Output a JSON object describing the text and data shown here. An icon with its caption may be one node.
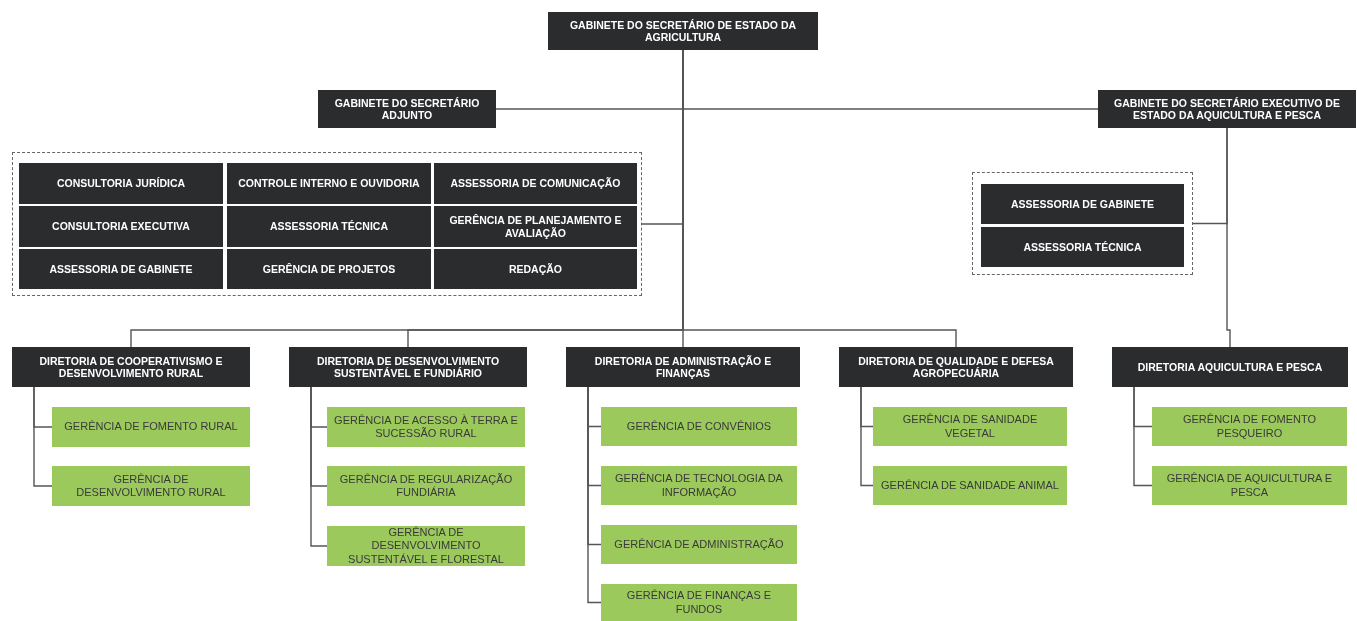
{
  "diagram": {
    "nodes": [
      {
        "text": [
          "GABINETE DO SECRETÁRIO DE ESTADO DA AGRICULTURA"
        ]
      },
      {
        "text": [
          "GABINETE DO SECRETÁRIO ADJUNTO"
        ]
      },
      {
        "text": [
          "GABINETE DO SECRETÁRIO EXECUTIVO DE ESTADO DA AQUICULTURA E PESCA"
        ]
      },
      {
        "text": [],
        "shape": "box"
      },
      {
        "text": [
          "CONSULTORIA JURÍDICA"
        ],
        "in": 3
      },
      {
        "text": [
          "CONTROLE INTERNO E OUVIDORIA"
        ],
        "in": 3
      },
      {
        "text": [
          "ASSESSORIA DE COMUNICAÇÃO"
        ],
        "in": 3
      },
      {
        "text": [
          "CONSULTORIA EXECUTIVA"
        ],
        "in": 3
      },
      {
        "text": [
          "ASSESSORIA TÉCNICA"
        ],
        "in": 3
      },
      {
        "text": [
          "GERÊNCIA DE PLANEJAMENTO E AVALIAÇÃO"
        ],
        "in": 3
      },
      {
        "text": [
          "ASSESSORIA DE GABINETE"
        ],
        "in": 3
      },
      {
        "text": [
          "GERÊNCIA DE PROJETOS"
        ],
        "in": 3
      },
      {
        "text": [
          "REDAÇÃO"
        ],
        "in": 3
      },
      {
        "text": [],
        "shape": "box"
      },
      {
        "text": [
          "ASSESSORIA DE GABINETE"
        ],
        "in": 13
      },
      {
        "text": [
          "ASSESSORIA TÉCNICA"
        ],
        "in": 13
      },
      {
        "text": [
          "DIRETORIA DE COOPERATIVISMO E DESENVOLVIMENTO RURAL"
        ]
      },
      {
        "text": [
          "GERÊNCIA DE FOMENTO RURAL"
        ]
      },
      {
        "text": [
          "GERÊNCIA DE DESENVOLVIMENTO RURAL"
        ]
      },
      {
        "text": [
          "DIRETORIA DE DESENVOLVIMENTO SUSTENTÁVEL E FUNDIÁRIO"
        ]
      },
      {
        "text": [
          "GERÊNCIA DE ACESSO À TERRA E SUCESSÃO RURAL"
        ]
      },
      {
        "text": [
          "GERÊNCIA DE REGULARIZAÇÃO FUNDIÁRIA"
        ]
      },
      {
        "text": [
          "GERÊNCIA DE DESENVOLVIMENTO SUSTENTÁVEL E FLORESTAL"
        ]
      },
      {
        "text": [
          "DIRETORIA DE ADMINISTRAÇÃO E FINANÇAS"
        ]
      },
      {
        "text": [
          "GERÊNCIA DE CONVÊNIOS"
        ]
      },
      {
        "text": [
          "GERÊNCIA DE TECNOLOGIA DA INFORMAÇÃO"
        ]
      },
      {
        "text": [
          "GERÊNCIA DE ADMINISTRAÇÃO"
        ]
      },
      {
        "text": [
          "GERÊNCIA DE FINANÇAS E FUNDOS"
        ]
      },
      {
        "text": [
          "DIRETORIA DE QUALIDADE E DEFESA AGROPECUÁRIA"
        ]
      },
      {
        "text": [
          "GERÊNCIA DE SANIDADE VEGETAL"
        ]
      },
      {
        "text": [
          "GERÊNCIA DE SANIDADE ANIMAL"
        ]
      },
      {
        "text": [
          "DIRETORIA AQUICULTURA E PESCA"
        ]
      },
      {
        "text": [
          "GERÊNCIA DE FOMENTO PESQUEIRO"
        ]
      },
      {
        "text": [
          "GERÊNCIA DE AQUICULTURA E PESCA"
        ]
      }
    ],
    "edges": [
      {
        "from": 0,
        "to": 1,
        "arrow": "none"
      },
      {
        "from": 0,
        "to": 2,
        "arrow": "none"
      },
      {
        "from": 0,
        "to": 3,
        "arrow": "none"
      },
      {
        "from": 0,
        "to": 16,
        "arrow": "none"
      },
      {
        "from": 0,
        "to": 19,
        "arrow": "none"
      },
      {
        "from": 0,
        "to": 23,
        "arrow": "none"
      },
      {
        "from": 0,
        "to": 28,
        "arrow": "none"
      },
      {
        "from": 2,
        "to": 13,
        "arrow": "none"
      },
      {
        "from": 2,
        "to": 31,
        "arrow": "none"
      },
      {
        "from": 16,
        "to": 17,
        "arrow": "none"
      },
      {
        "from": 16,
        "to": 18,
        "arrow": "none"
      },
      {
        "from": 19,
        "to": 20,
        "arrow": "none"
      },
      {
        "from": 19,
        "to": 21,
        "arrow": "none"
      },
      {
        "from": 19,
        "to": 22,
        "arrow": "none"
      },
      {
        "from": 23,
        "to": 24,
        "arrow": "none"
      },
      {
        "from": 23,
        "to": 25,
        "arrow": "none"
      },
      {
        "from": 23,
        "to": 26,
        "arrow": "none"
      },
      {
        "from": 23,
        "to": 27,
        "arrow": "none"
      },
      {
        "from": 28,
        "to": 29,
        "arrow": "none"
      },
      {
        "from": 28,
        "to": 30,
        "arrow": "none"
      },
      {
        "from": 31,
        "to": 32,
        "arrow": "none"
      },
      {
        "from": 31,
        "to": 33,
        "arrow": "none"
      }
    ]
  }
}
